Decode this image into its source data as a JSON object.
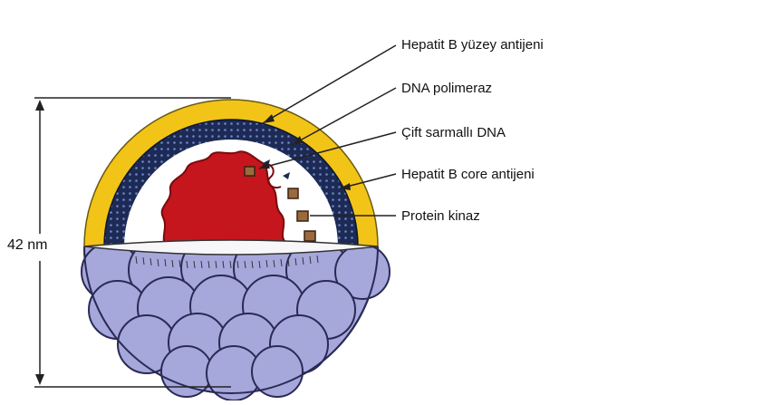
{
  "diagram": {
    "size_label": "42 nm",
    "labels": [
      {
        "id": "surface-antigen",
        "text": "Hepatit B yüzey antijeni"
      },
      {
        "id": "dna-polymerase",
        "text": "DNA polimeraz"
      },
      {
        "id": "double-stranded-dna",
        "text": "Çift sarmallı DNA"
      },
      {
        "id": "core-antigen",
        "text": "Hepatit B core antijeni"
      },
      {
        "id": "protein-kinase",
        "text": "Protein kinaz"
      }
    ],
    "colors": {
      "envelope": "#f2c418",
      "capsid": "#1d2a55",
      "dna": "#c4161c",
      "kinase": "#9a6a3e",
      "sphere": "#a6a8dc",
      "sphere_stroke": "#2a2a55"
    }
  }
}
